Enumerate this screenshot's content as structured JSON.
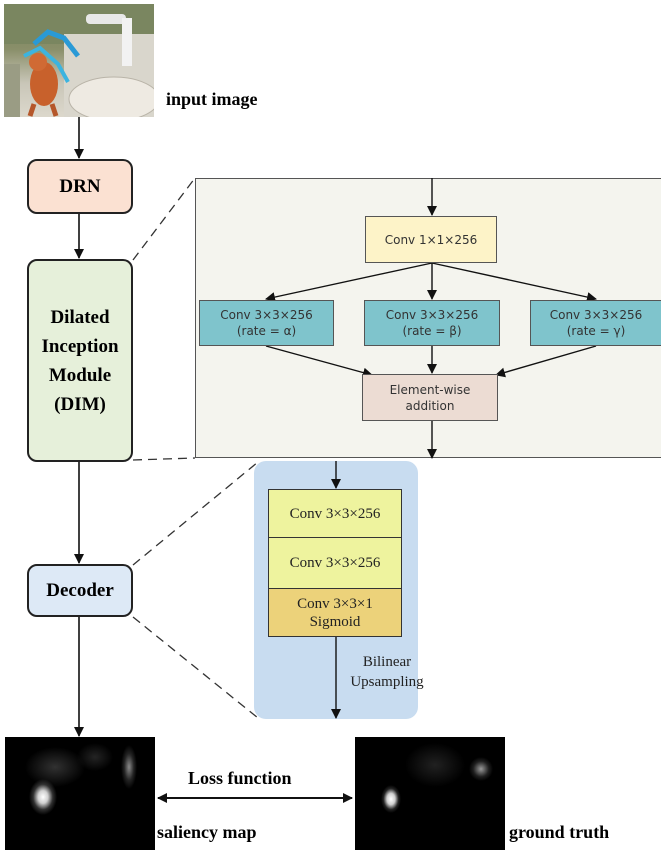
{
  "input_label": "input image",
  "nodes": {
    "drn": "DRN",
    "dim": [
      "Dilated",
      "Inception",
      "Module",
      "(DIM)"
    ],
    "decoder": "Decoder"
  },
  "dim_detail": {
    "top_conv": "Conv 1×1×256",
    "branches": [
      {
        "line1": "Conv 3×3×256",
        "line2": "(rate = α)"
      },
      {
        "line1": "Conv 3×3×256",
        "line2": "(rate = β)"
      },
      {
        "line1": "Conv 3×3×256",
        "line2": "(rate = γ)"
      }
    ],
    "addition": [
      "Element-wise",
      "addition"
    ]
  },
  "decoder_detail": {
    "conv1": "Conv 3×3×256",
    "conv2": "Conv 3×3×256",
    "conv3": [
      "Conv 3×3×1",
      "Sigmoid"
    ],
    "upsampling": [
      "Bilinear",
      "Upsampling"
    ]
  },
  "loss_label": "Loss function",
  "saliency_label": "saliency map",
  "ground_truth_label": "ground truth",
  "colors": {
    "drn_fill": "#fbe1d2",
    "dim_fill": "#e6f0da",
    "decoder_fill": "#dde9f6",
    "dim_panel": "#f4f4ee",
    "conv1x1_fill": "#fdf3c8",
    "branch_fill": "#7fc4cc",
    "addition_fill": "#ecdcd3",
    "decoder_panel": "#c8dcf0",
    "decoder_conv_fill": "#eef39e",
    "sigmoid_fill": "#ecd27a"
  }
}
